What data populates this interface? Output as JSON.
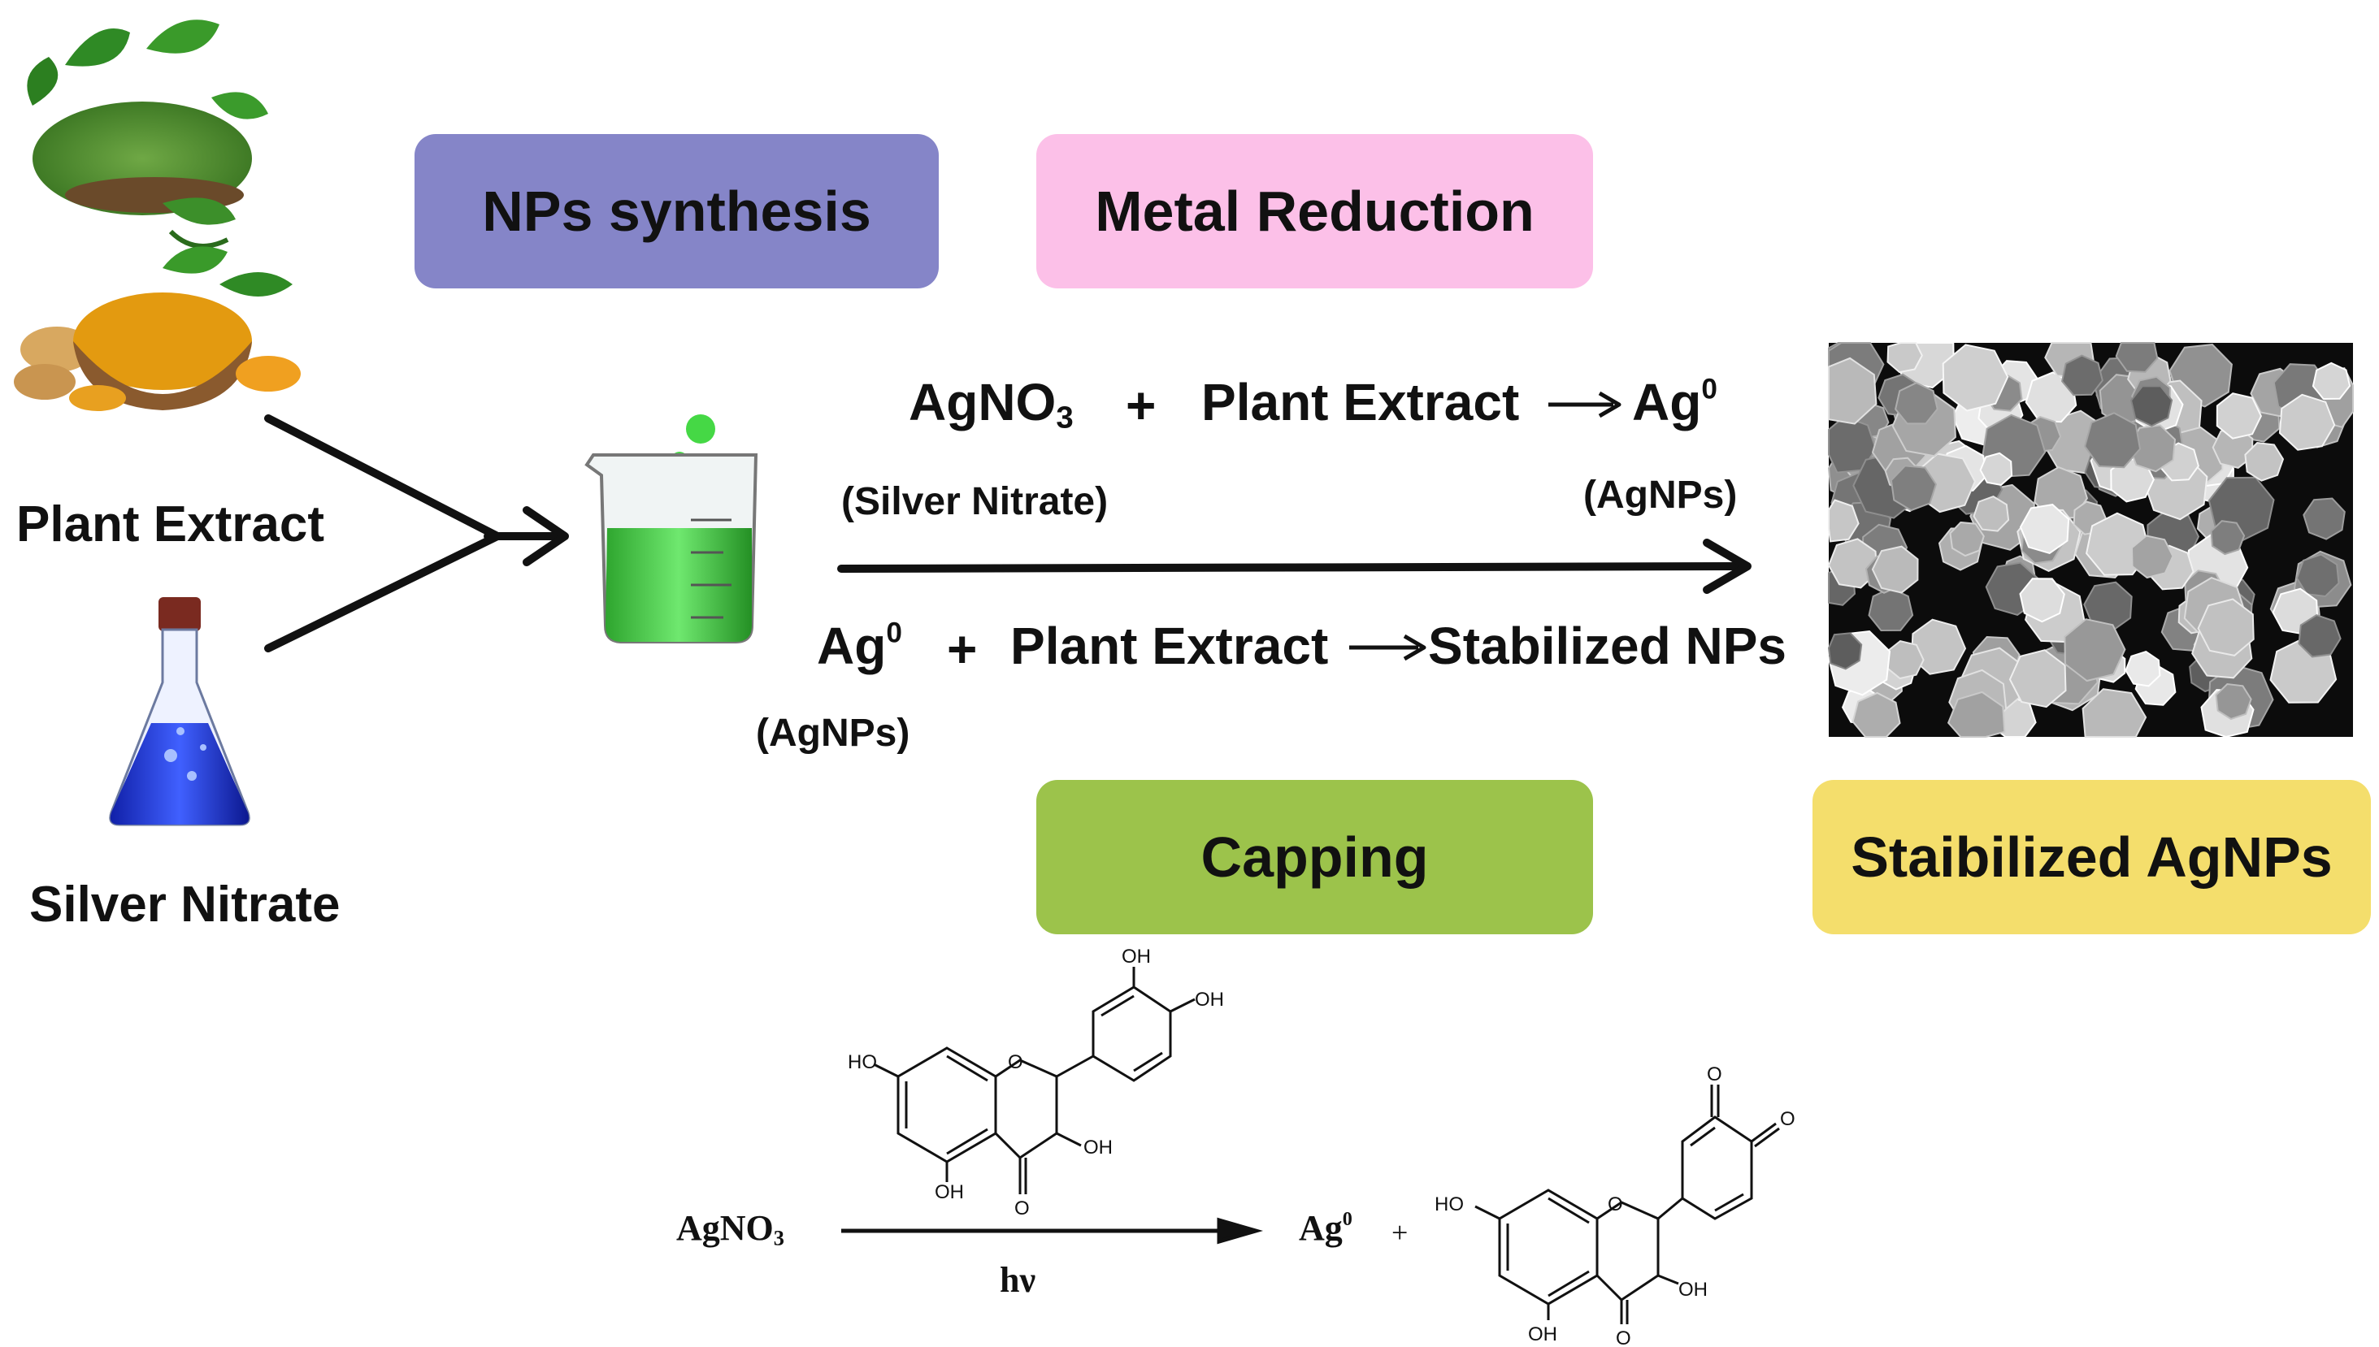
{
  "boxes": {
    "synthesis": {
      "label": "NPs synthesis",
      "color": "#8585c8"
    },
    "reduction": {
      "label": "Metal Reduction",
      "color": "#fcc0e8"
    },
    "capping": {
      "label": "Capping",
      "color": "#9cc34b"
    },
    "stabilized": {
      "label": "Staibilized AgNPs",
      "color": "#f4de6c"
    }
  },
  "labels": {
    "plant_extract": "Plant Extract",
    "silver_nitrate": "Silver Nitrate"
  },
  "reaction1": {
    "reactant": "AgNO",
    "reactant_sub": "3",
    "plus": "+",
    "reagent": "Plant Extract",
    "product": "Ag",
    "product_sup": "0",
    "reactant_note": "(Silver Nitrate)",
    "product_note": "(AgNPs)"
  },
  "reaction2": {
    "reactant": "Ag",
    "reactant_sup": "0",
    "plus": "+",
    "reagent": "Plant Extract",
    "product": "Stabilized NPs",
    "reactant_note": "(AgNPs)"
  },
  "reaction3": {
    "reactant": "AgNO",
    "reactant_sub": "3",
    "condition": "hν",
    "product": "Ag",
    "product_sup": "0",
    "plus": "+",
    "groups": {
      "oh": "OH",
      "ho": "HO",
      "o": "O"
    }
  },
  "icons": [
    "green-tea-icon",
    "turmeric-icon",
    "flask-icon",
    "beaker-icon",
    "nanoparticle-micrograph"
  ],
  "colors": {
    "flask_liquid": "#2b3fe0",
    "beaker_liquid": "#3fcf3f"
  }
}
